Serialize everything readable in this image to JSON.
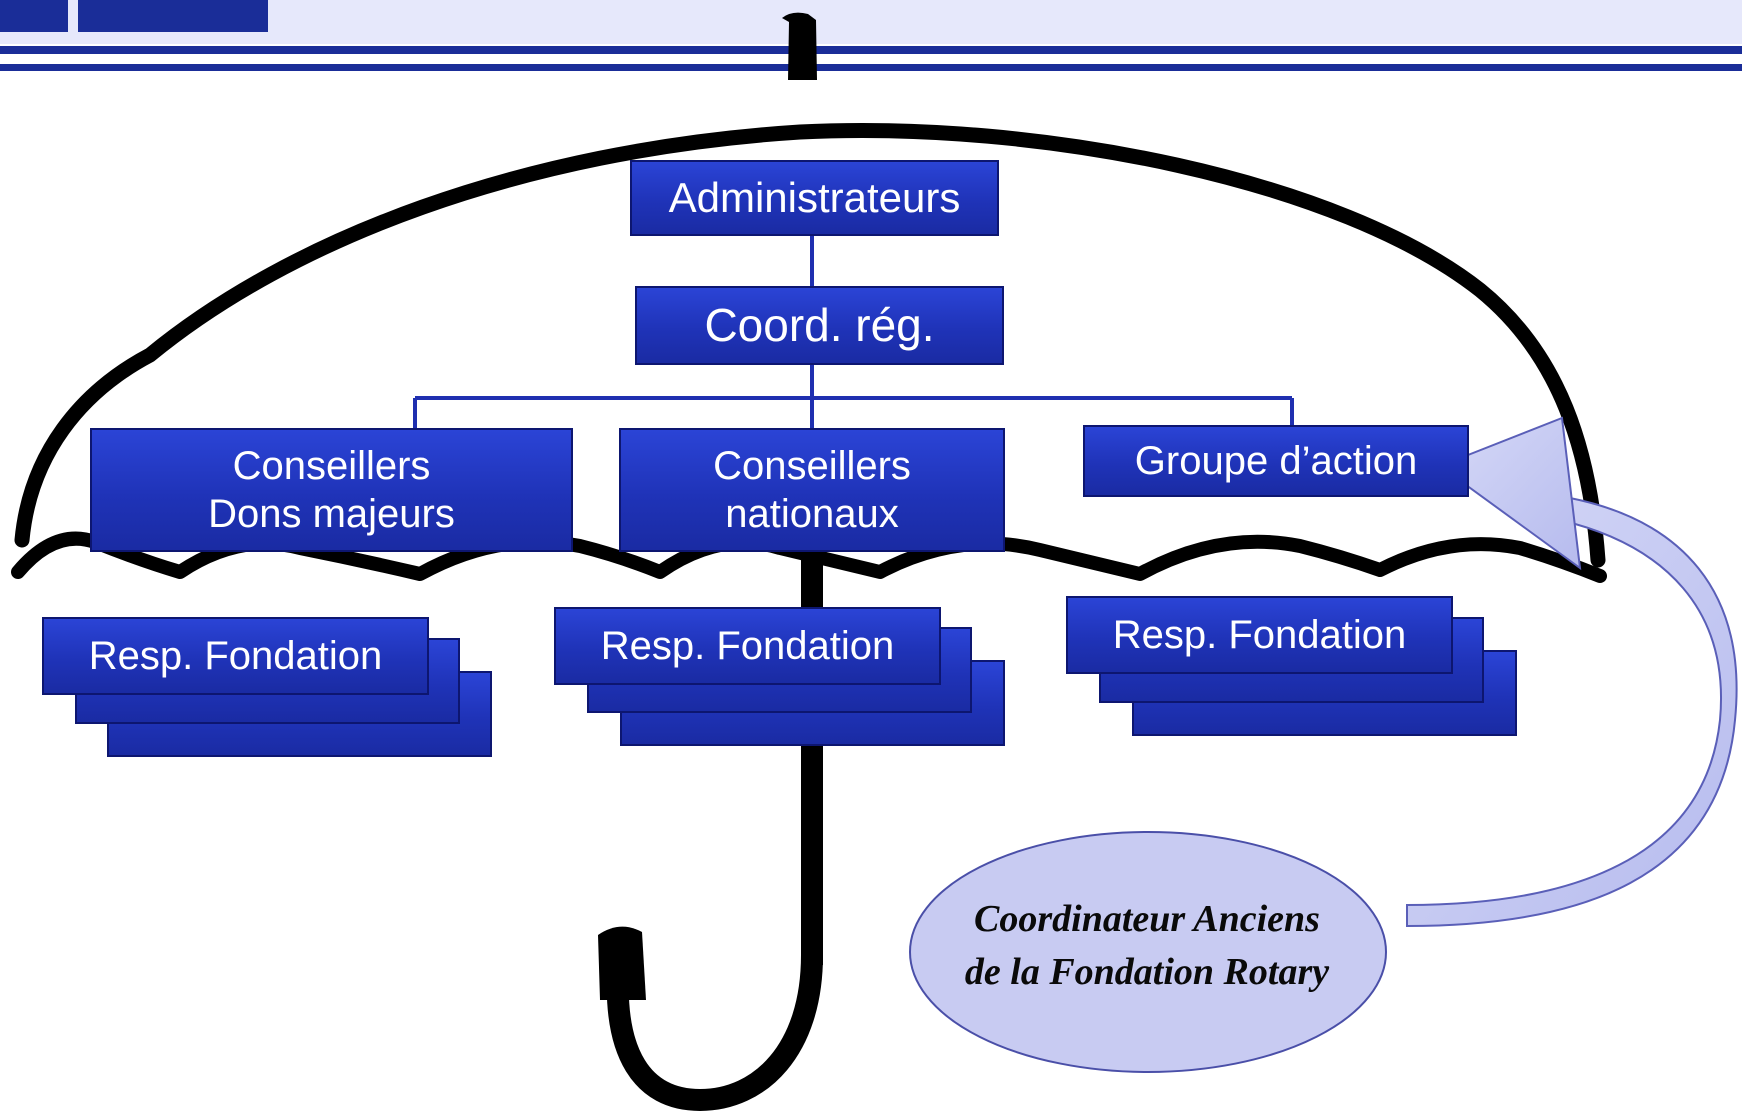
{
  "diagram": {
    "nodes": {
      "administrateurs": "Administrateurs",
      "coord_reg": "Coord. rég.",
      "conseillers_dons": [
        "Conseillers",
        "Dons majeurs"
      ],
      "conseillers_nationaux": [
        "Conseillers",
        "nationaux"
      ],
      "groupe_action": "Groupe d’action",
      "resp_fondation": [
        "Resp. Fondation",
        "Resp. Fondation",
        "Resp. Fondation"
      ]
    },
    "callout": {
      "lines": [
        "Coordinateur Anciens",
        "de la Fondation Rotary"
      ]
    }
  },
  "colors": {
    "box_fill": "#1f33b8",
    "box_border": "#0d1670",
    "banner_bg": "#e6e8fb",
    "banner_block": "#1a2d98",
    "banner_stripe": "#1a2d98",
    "ellipse_fill": "#c8cbf2",
    "arrow_fill": "#c5c9f2",
    "umbrella": "#000000"
  },
  "icons": [
    "umbrella-icon",
    "curved-arrow-icon"
  ]
}
